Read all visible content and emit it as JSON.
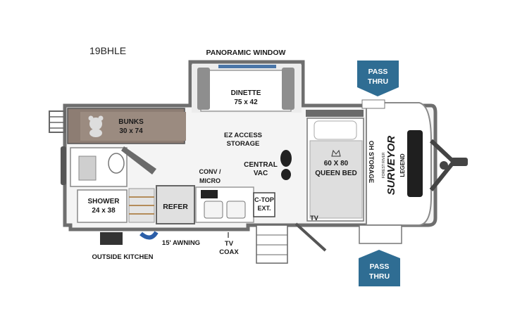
{
  "model": "19BHLE",
  "labels": {
    "panoramic_window": "PANORAMIC WINDOW",
    "dinette_1": "DINETTE",
    "dinette_2": "75 x 42",
    "bunks_1": "BUNKS",
    "bunks_2": "30 x 74",
    "ez_1": "EZ ACCESS",
    "ez_2": "STORAGE",
    "central_1": "CENTRAL",
    "central_2": "VAC",
    "conv_1": "CONV /",
    "conv_2": "MICRO",
    "shower_1": "SHOWER",
    "shower_2": "24 x 38",
    "refer": "REFER",
    "ctop_1": "C-TOP",
    "ctop_2": "EXT.",
    "bed_1": "60 X 80",
    "bed_2": "QUEEN BED",
    "oh_storage": "OH STORAGE",
    "tv_inside": "TV",
    "awning": "15' AWNING",
    "tv_coax_1": "TV",
    "tv_coax_2": "COAX",
    "outside_kitchen": "OUTSIDE KITCHEN"
  },
  "badges": {
    "pass_thru_top_1": "PASS",
    "pass_thru_top_2": "THRU",
    "pass_thru_bottom_1": "PASS",
    "pass_thru_bottom_2": "THRU",
    "color": "#2f6d93"
  },
  "brand": {
    "name": "SURVEYOR",
    "sub": "LEGEND",
    "maker": "FOREST RIVER"
  },
  "colors": {
    "wall": "#6e6e6e",
    "floor": "#f4f4f4",
    "bunk_fabric": "#8d7d73",
    "bed_grid": "#c8c8c8",
    "cabinet": "#9a9a9a",
    "brand_red": "#c0272d"
  }
}
